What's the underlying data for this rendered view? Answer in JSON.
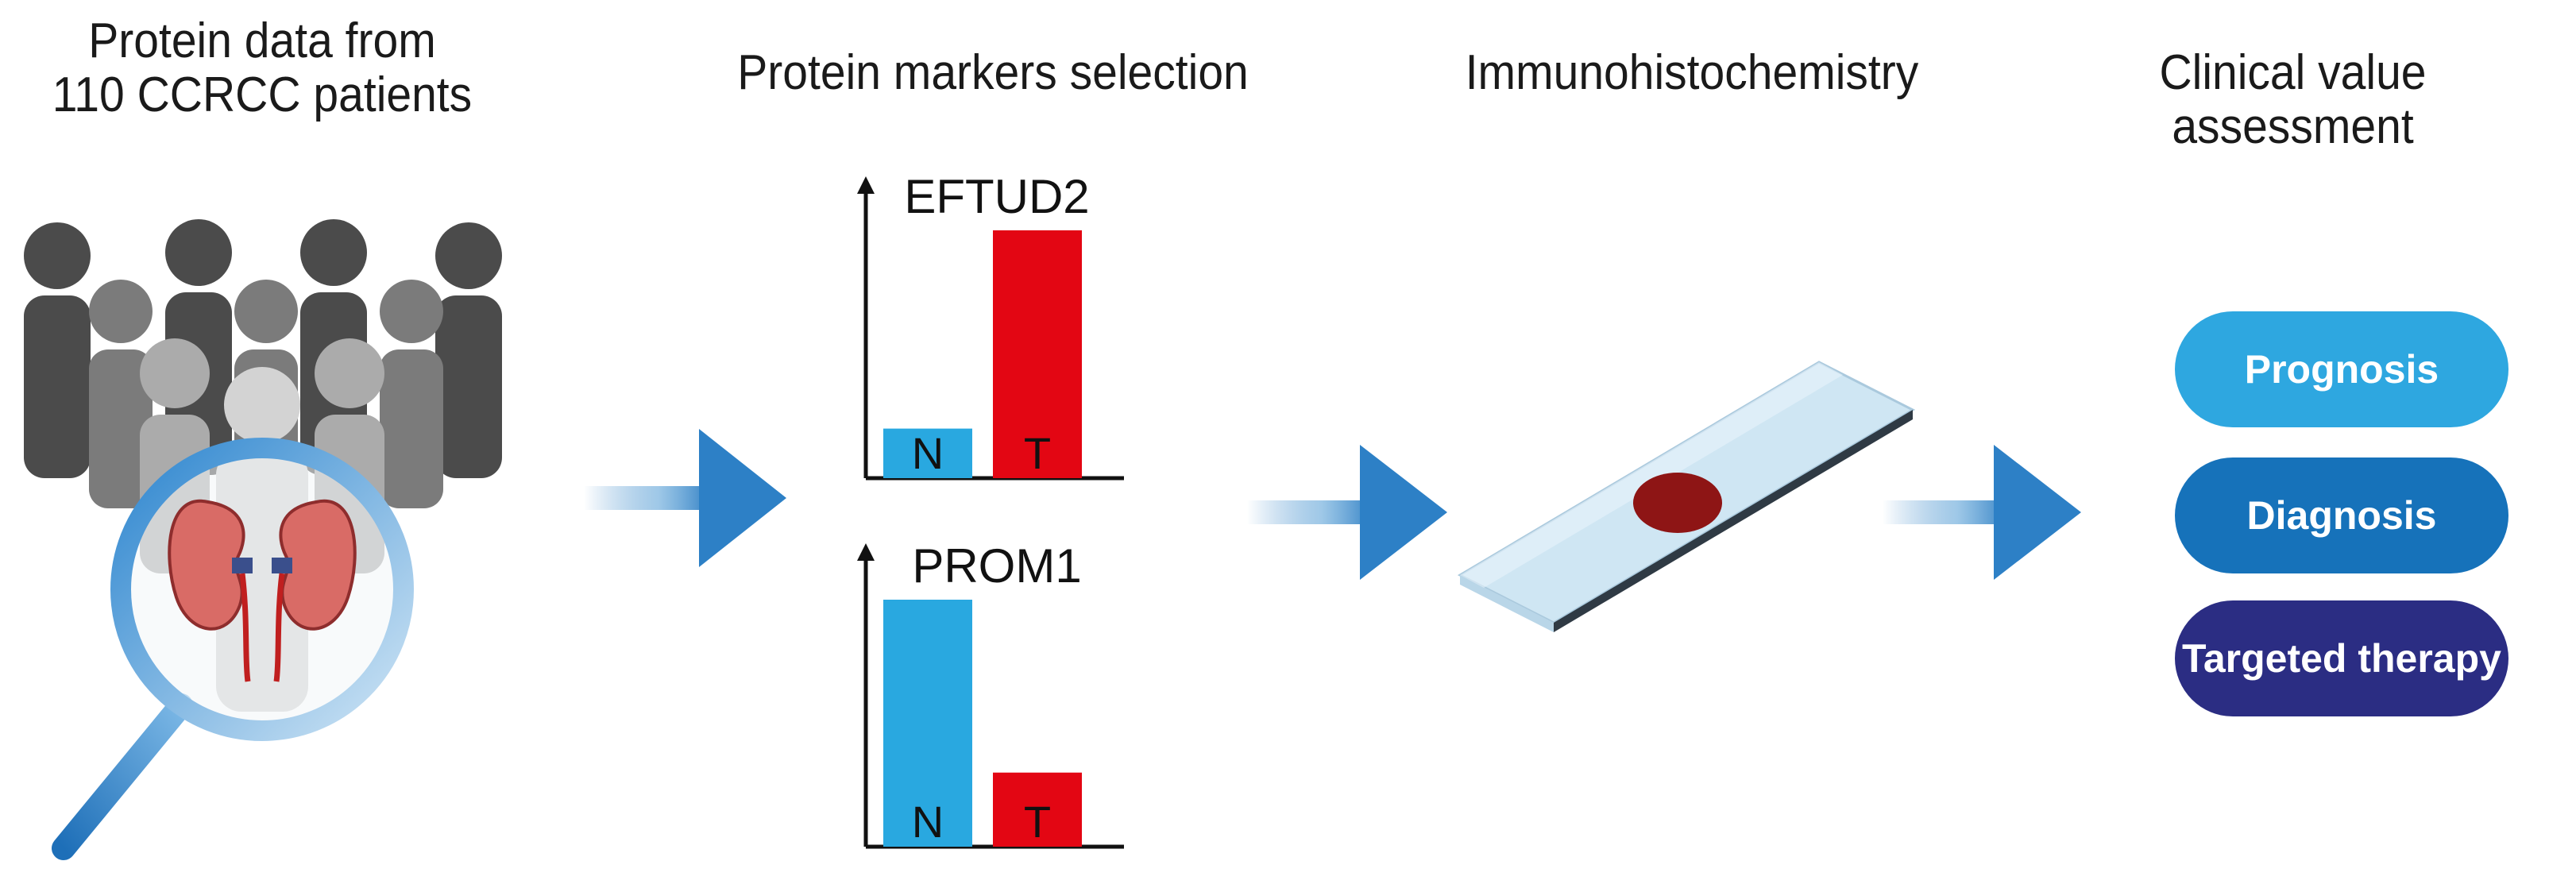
{
  "stages": {
    "patients": "Protein data from\n110 CCRCC patients",
    "selection": "Protein markers selection",
    "ihc": "Immunohistochemistry",
    "clinical": "Clinical value assessment"
  },
  "charts": [
    {
      "title": "EFTUD2",
      "categories": [
        "N",
        "T"
      ],
      "values": [
        0.2,
        1.0
      ],
      "colors": [
        "#29a8e0",
        "#e30613"
      ]
    },
    {
      "title": "PROM1",
      "categories": [
        "N",
        "T"
      ],
      "values": [
        1.0,
        0.3
      ],
      "colors": [
        "#29a8e0",
        "#e30613"
      ]
    }
  ],
  "outcomes": [
    {
      "label": "Prognosis",
      "color": "#2ea7e0"
    },
    {
      "label": "Diagnosis",
      "color": "#1672ba"
    },
    {
      "label": "Targeted therapy",
      "color": "#2b2d83"
    }
  ],
  "icons": {
    "people": "crowd-icon",
    "magnifier": "magnifying-glass-icon",
    "kidney": "kidney-icon",
    "slide": "microscope-slide-icon",
    "arrow": "arrow-right-icon"
  },
  "palette": {
    "arrow": "#1e73be",
    "tissue": "#8e1515",
    "slide": "#cfe6f3"
  }
}
